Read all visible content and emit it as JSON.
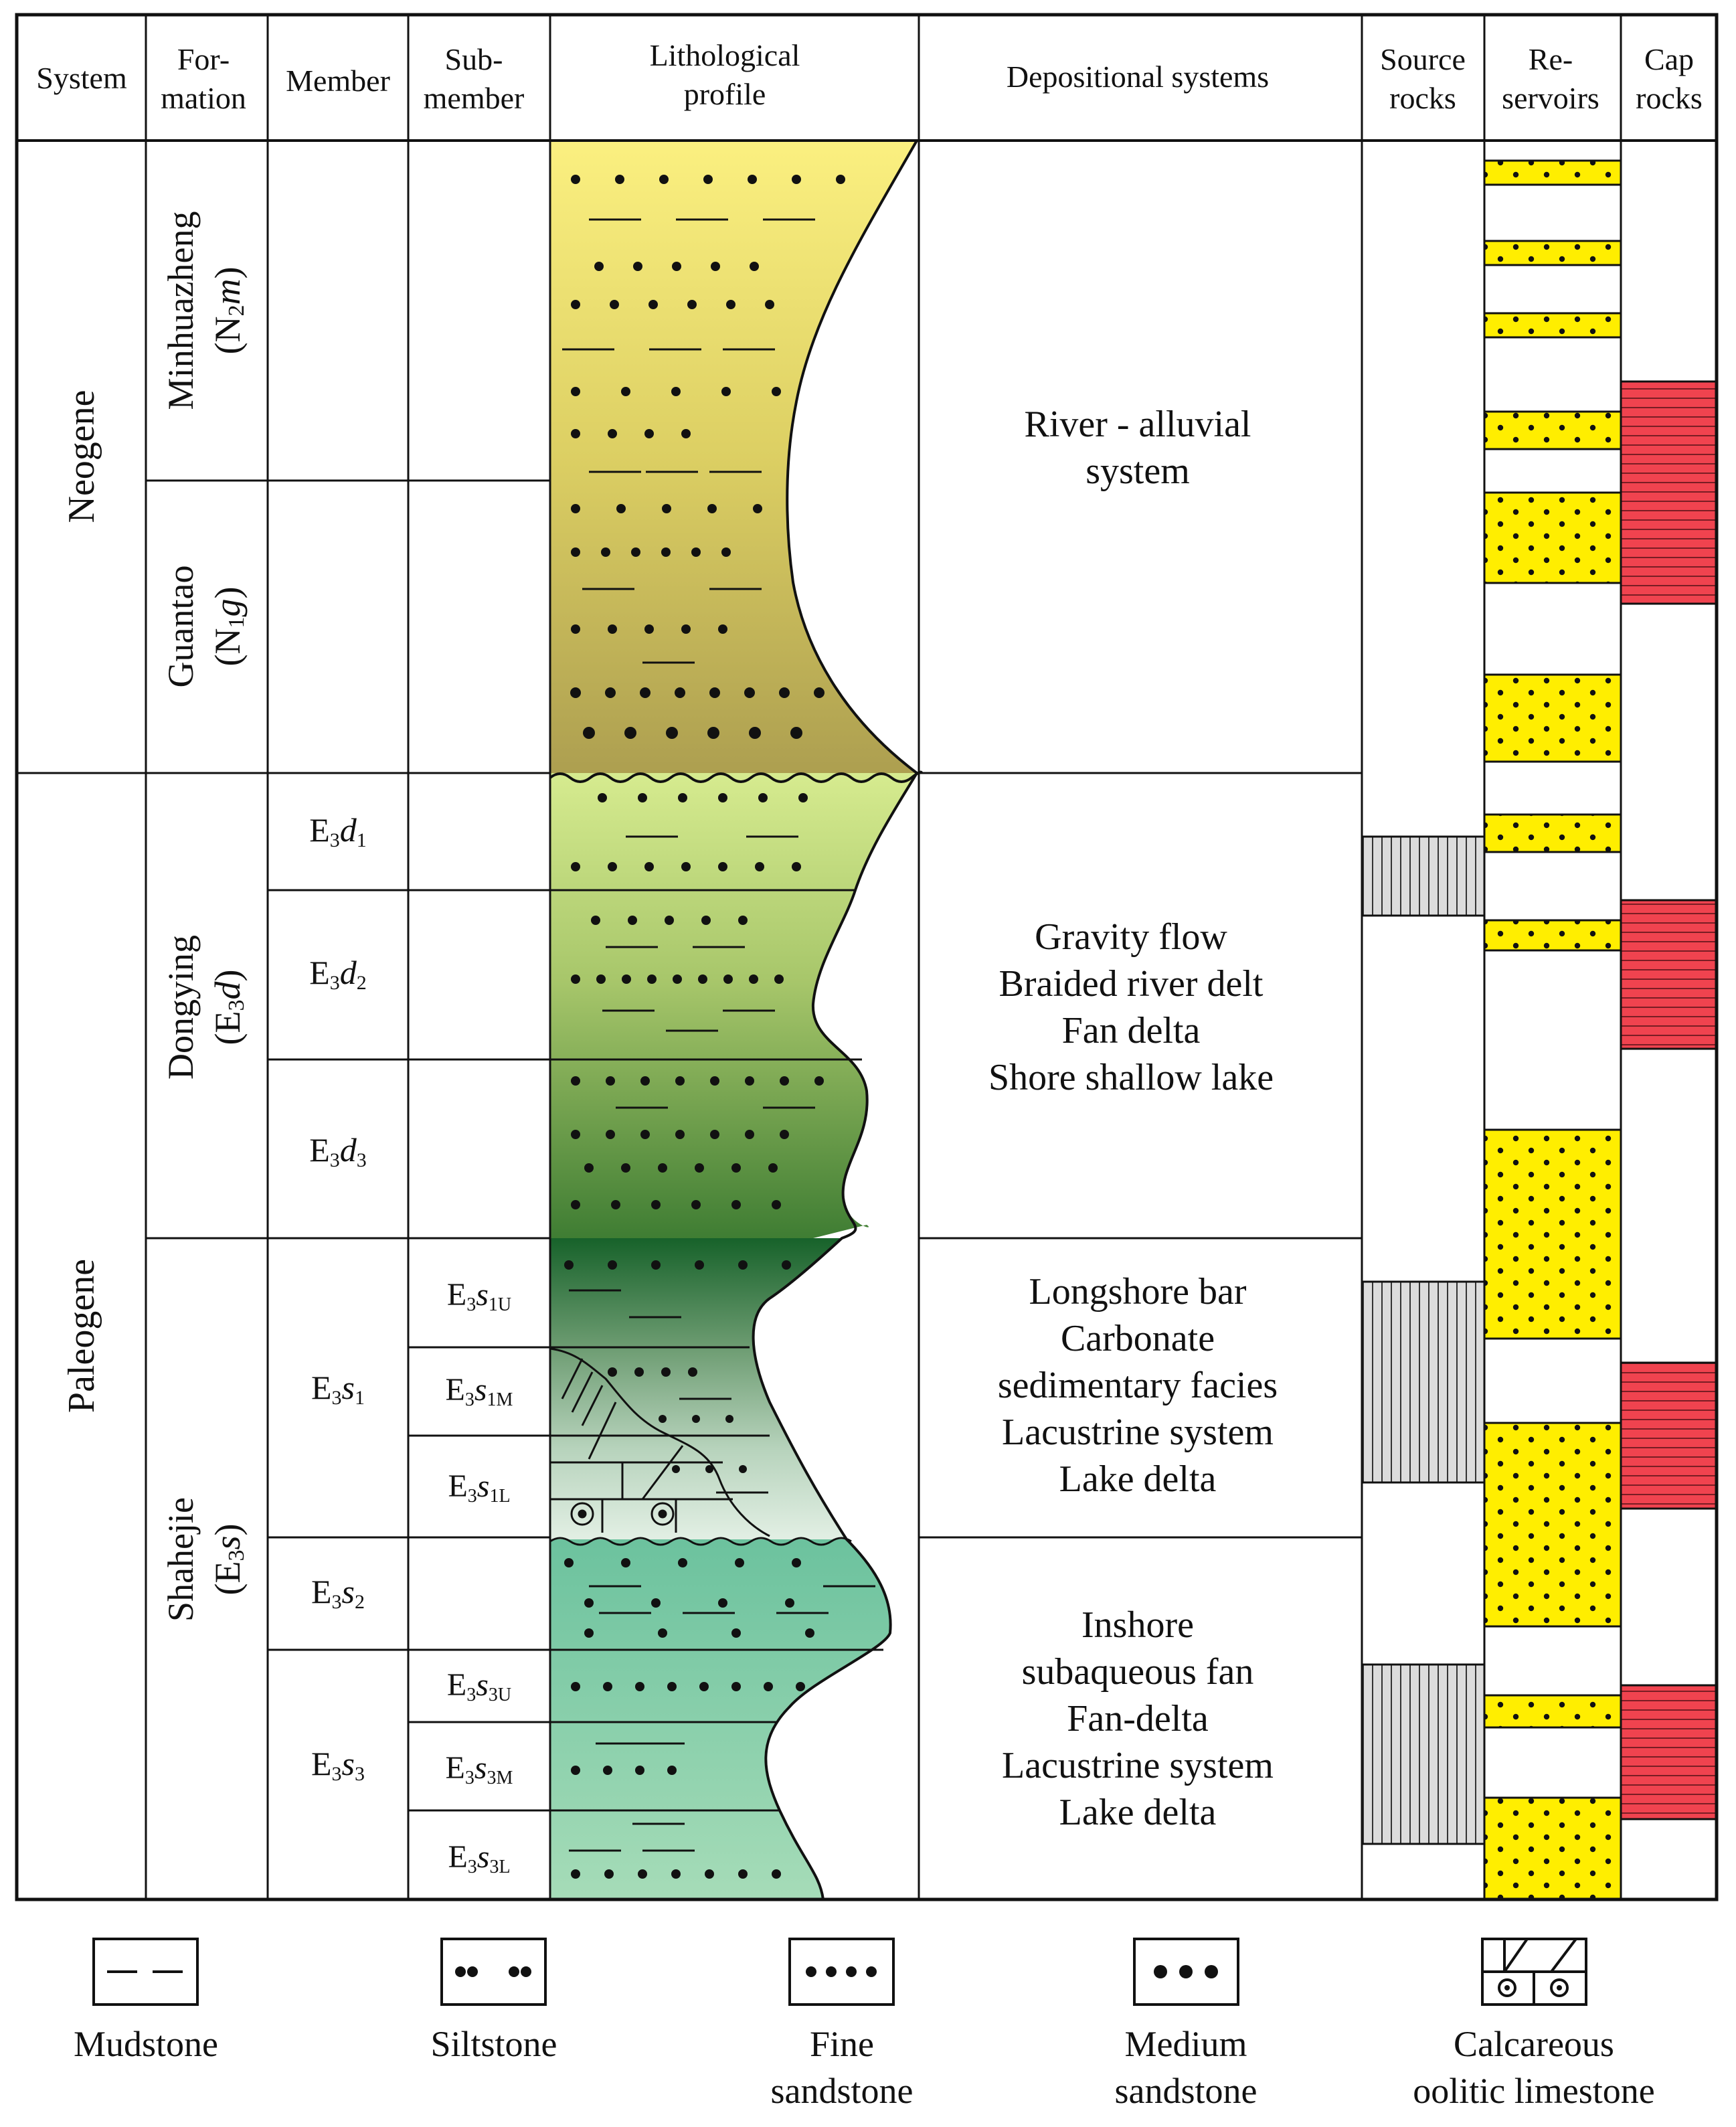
{
  "headers": {
    "system": "System",
    "formation": [
      "For-",
      "mation"
    ],
    "member": "Member",
    "submember": [
      "Sub-",
      "member"
    ],
    "lithology": [
      "Lithological",
      "profile"
    ],
    "depositional": "Depositional systems",
    "source": [
      "Source",
      "rocks"
    ],
    "reservoirs": [
      "Re-",
      "servoirs"
    ],
    "cap": [
      "Cap",
      "rocks"
    ]
  },
  "systems": {
    "neogene": "Neogene",
    "paleogene": "Paleogene"
  },
  "formations": {
    "minhuazheng": {
      "name": "Minhuazheng",
      "code_open": "(N",
      "code_sub": "2",
      "code_ital": "m",
      "code_close": ")"
    },
    "guantao": {
      "name": "Guantao",
      "code_open": "(N",
      "code_sub": "1",
      "code_ital": "g",
      "code_close": ")"
    },
    "dongying": {
      "name": "Dongying",
      "code_open": "(E",
      "code_sub": "3",
      "code_ital": "d",
      "code_close": ")"
    },
    "shahejie": {
      "name": "Shahejie",
      "code_open": "(E",
      "code_sub": "3",
      "code_ital": "s",
      "code_close": ")"
    }
  },
  "members": {
    "e3d1": {
      "base": "E",
      "sub1": "3",
      "ital": "d",
      "sub2": "1"
    },
    "e3d2": {
      "base": "E",
      "sub1": "3",
      "ital": "d",
      "sub2": "2"
    },
    "e3d3": {
      "base": "E",
      "sub1": "3",
      "ital": "d",
      "sub2": "3"
    },
    "e3s1": {
      "base": "E",
      "sub1": "3",
      "ital": "s",
      "sub2": "1"
    },
    "e3s2": {
      "base": "E",
      "sub1": "3",
      "ital": "s",
      "sub2": "2"
    },
    "e3s3": {
      "base": "E",
      "sub1": "3",
      "ital": "s",
      "sub2": "3"
    }
  },
  "submembers": {
    "e3s1u": {
      "base": "E",
      "sub1": "3",
      "ital": "s",
      "sub2": "1U"
    },
    "e3s1m": {
      "base": "E",
      "sub1": "3",
      "ital": "s",
      "sub2": "1M"
    },
    "e3s1l": {
      "base": "E",
      "sub1": "3",
      "ital": "s",
      "sub2": "1L"
    },
    "e3s3u": {
      "base": "E",
      "sub1": "3",
      "ital": "s",
      "sub2": "3U"
    },
    "e3s3m": {
      "base": "E",
      "sub1": "3",
      "ital": "s",
      "sub2": "3M"
    },
    "e3s3l": {
      "base": "E",
      "sub1": "3",
      "ital": "s",
      "sub2": "3L"
    }
  },
  "depositional": {
    "river": [
      "River - alluvial",
      "system"
    ],
    "dongying": [
      "Gravity flow",
      "Braided river delt",
      "Fan delta",
      "Shore shallow lake"
    ],
    "s1": [
      "Longshore bar",
      "Carbonate",
      "sedimentary facies",
      "Lacustrine system",
      "Lake delta"
    ],
    "s2s3": [
      "Inshore",
      "subaqueous fan",
      "Fan-delta",
      "Lacustrine system",
      "Lake delta"
    ]
  },
  "legend": {
    "mudstone": [
      "Mudstone"
    ],
    "siltstone": [
      "Siltstone"
    ],
    "fine": [
      "Fine",
      "sandstone"
    ],
    "medium": [
      "Medium",
      "sandstone"
    ],
    "calcareous": [
      "Calcareous",
      "oolitic limestone"
    ]
  },
  "colors": {
    "reservoir": "#ffee00",
    "cap": "#f0434f",
    "source": "#d9d9d9",
    "neogene_top": "#fbf080",
    "neogene_bottom": "#b0a352",
    "dongying_top": "#d6eb8f",
    "dongying_bottom": "#3a7a2e",
    "shahejie": "#72c5a2"
  }
}
